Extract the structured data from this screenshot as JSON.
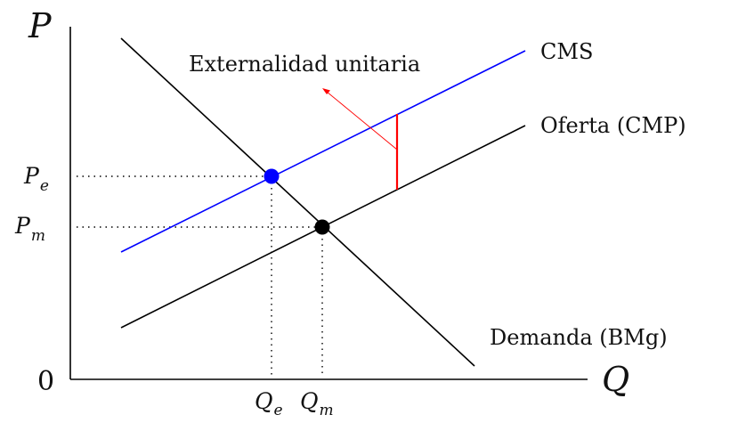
{
  "axes": {
    "y_label": "P",
    "x_label": "Q",
    "origin_label": "0"
  },
  "curves": {
    "cms": {
      "label": "CMS",
      "color": "#0000ff"
    },
    "supply": {
      "label": "Oferta (CMP)",
      "color": "#000000"
    },
    "demand": {
      "label": "Demanda (BMg)",
      "color": "#000000"
    }
  },
  "externality": {
    "label": "Externalidad unitaria",
    "color": "#ff0000"
  },
  "equilibria": {
    "efficient": {
      "price_label": "P",
      "price_sub": "e",
      "qty_label": "Q",
      "qty_sub": "e",
      "color": "#0000ff"
    },
    "market": {
      "price_label": "P",
      "price_sub": "m",
      "qty_label": "Q",
      "qty_sub": "m",
      "color": "#000000"
    }
  }
}
